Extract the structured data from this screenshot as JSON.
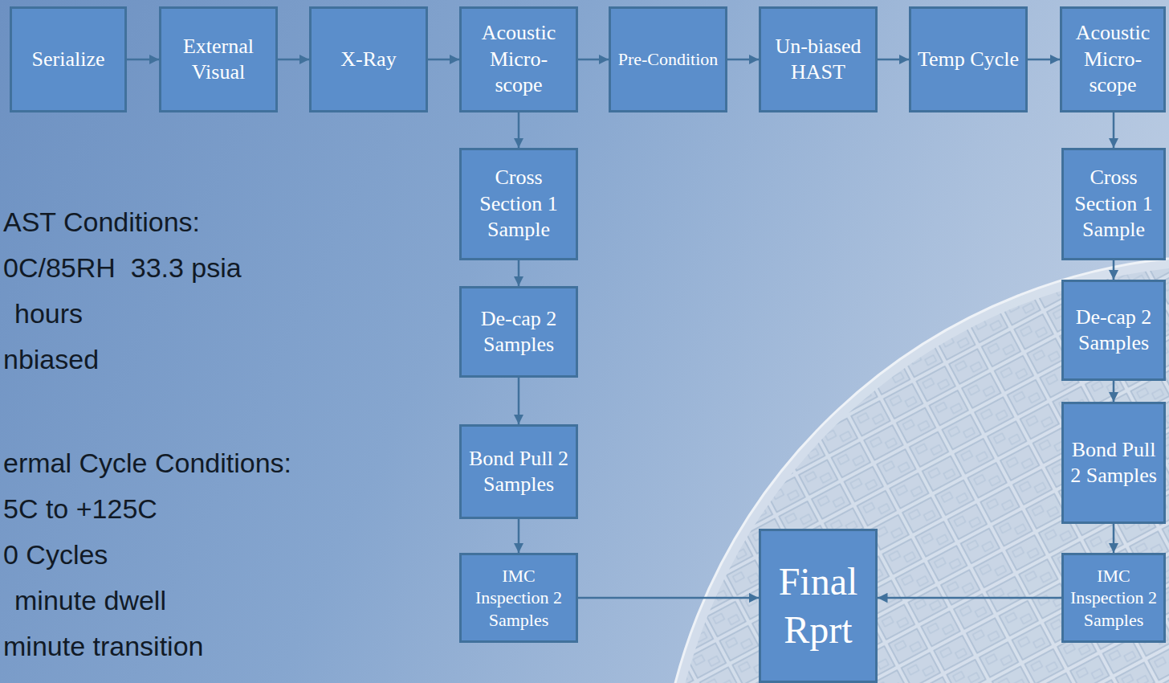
{
  "diagram": {
    "nodes": [
      {
        "text": [
          "Serialize"
        ]
      },
      {
        "text": [
          "External Visual"
        ]
      },
      {
        "text": [
          "X-Ray"
        ]
      },
      {
        "text": [
          "Acoustic Micro-scope"
        ]
      },
      {
        "text": [
          "Pre-Condition"
        ]
      },
      {
        "text": [
          "Un-biased HAST"
        ]
      },
      {
        "text": [
          "Temp Cycle"
        ]
      },
      {
        "text": [
          "Acoustic Micro-scope"
        ]
      },
      {
        "text": [
          "Cross Section 1 Sample"
        ]
      },
      {
        "text": [
          "De-cap 2 Samples"
        ]
      },
      {
        "text": [
          "Bond Pull 2 Samples"
        ]
      },
      {
        "text": [
          "IMC Inspection 2 Samples"
        ]
      },
      {
        "text": [
          "Final Rprt"
        ]
      },
      {
        "text": [
          "Cross Section 1 Sample"
        ]
      },
      {
        "text": [
          "De-cap 2 Samples"
        ]
      },
      {
        "text": [
          "Bond Pull 2 Samples"
        ]
      },
      {
        "text": [
          "IMC Inspection 2 Samples"
        ]
      }
    ],
    "edges": [
      {
        "from": 0,
        "to": 1,
        "arrow": "to"
      },
      {
        "from": 1,
        "to": 2,
        "arrow": "to"
      },
      {
        "from": 2,
        "to": 3,
        "arrow": "to"
      },
      {
        "from": 3,
        "to": 4,
        "arrow": "to"
      },
      {
        "from": 4,
        "to": 5,
        "arrow": "to"
      },
      {
        "from": 5,
        "to": 6,
        "arrow": "to"
      },
      {
        "from": 6,
        "to": 7,
        "arrow": "to"
      },
      {
        "from": 3,
        "to": 8,
        "arrow": "to"
      },
      {
        "from": 8,
        "to": 9,
        "arrow": "to"
      },
      {
        "from": 9,
        "to": 10,
        "arrow": "to"
      },
      {
        "from": 10,
        "to": 11,
        "arrow": "to"
      },
      {
        "from": 11,
        "to": 12,
        "arrow": "to"
      },
      {
        "from": 7,
        "to": 13,
        "arrow": "to"
      },
      {
        "from": 13,
        "to": 14,
        "arrow": "to"
      },
      {
        "from": 14,
        "to": 15,
        "arrow": "to"
      },
      {
        "from": 15,
        "to": 16,
        "arrow": "to"
      },
      {
        "from": 16,
        "to": 12,
        "arrow": "to"
      }
    ],
    "labels": [
      "AST Conditions:",
      "0C/85RH  33.3 psia",
      "hours",
      "nbiased",
      "ermal Cycle Conditions:",
      "5C to +125C",
      "0 Cycles",
      "minute dwell",
      "minute transition"
    ]
  }
}
